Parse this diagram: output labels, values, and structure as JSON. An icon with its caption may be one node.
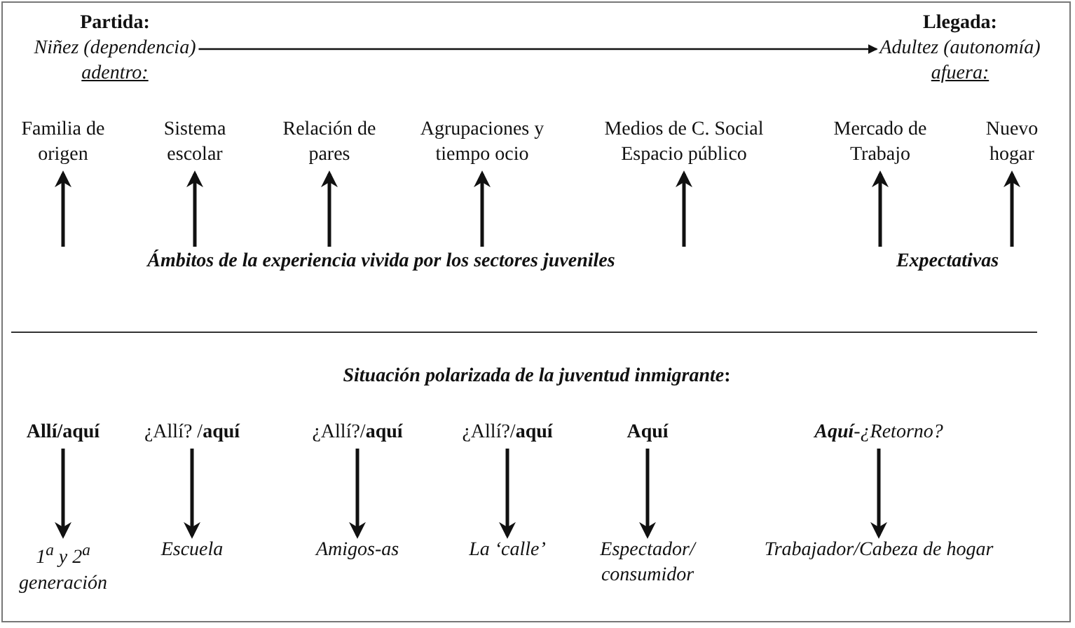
{
  "diagram": {
    "nodes": [
      {
        "text": [
          "Partida:",
          "Niñez (dependencia)",
          "adentro:"
        ]
      },
      {
        "text": [
          "Llegada:",
          "Adultez (autonomía)",
          "afuera:"
        ]
      },
      {
        "text": [
          "Familia de origen"
        ]
      },
      {
        "text": [
          "Sistema escolar"
        ]
      },
      {
        "text": [
          "Relación de pares"
        ]
      },
      {
        "text": [
          "Agrupaciones y tiempo ocio"
        ]
      },
      {
        "text": [
          "Medios de C. Social Espacio público"
        ]
      },
      {
        "text": [
          "Mercado de Trabajo"
        ]
      },
      {
        "text": [
          "Nuevo hogar"
        ]
      },
      {
        "text": [
          "Ámbitos de la experiencia vivida por los sectores juveniles"
        ]
      },
      {
        "text": [
          "Expectativas"
        ]
      },
      {
        "text": [
          "*Situación polarizada de la juventud inmigrante*:"
        ]
      },
      {
        "text": [
          "Allí/aquí"
        ]
      },
      {
        "text": [
          "¿Allí? /**aquí**"
        ]
      },
      {
        "text": [
          "¿Allí?/**aquí**"
        ]
      },
      {
        "text": [
          "¿Allí?/**aquí**"
        ]
      },
      {
        "text": [
          "Aquí"
        ]
      },
      {
        "text": [
          "**Aquí**-¿Retorno?"
        ]
      },
      {
        "text": [
          "1$^{a}$ y 2$^{a}$ generación"
        ]
      },
      {
        "text": [
          "Escuela"
        ]
      },
      {
        "text": [
          "Amigos-as"
        ]
      },
      {
        "text": [
          "La ‘calle’"
        ]
      },
      {
        "text": [
          "Espectador/ consumidor"
        ]
      },
      {
        "text": [
          "Trabajador/Cabeza de hogar"
        ]
      }
    ],
    "edges": [
      {
        "from": 0,
        "to": 1,
        "arrow": "to"
      },
      {
        "from": 9,
        "to": 2,
        "arrow": "to"
      },
      {
        "from": 9,
        "to": 3,
        "arrow": "to"
      },
      {
        "from": 9,
        "to": 4,
        "arrow": "to"
      },
      {
        "from": 9,
        "to": 5,
        "arrow": "to"
      },
      {
        "from": 9,
        "to": 6,
        "arrow": "to"
      },
      {
        "from": 10,
        "to": 7,
        "arrow": "to"
      },
      {
        "from": 10,
        "to": 8,
        "arrow": "to"
      },
      {
        "from": 12,
        "to": 18,
        "arrow": "to"
      },
      {
        "from": 13,
        "to": 19,
        "arrow": "to"
      },
      {
        "from": 14,
        "to": 20,
        "arrow": "to"
      },
      {
        "from": 15,
        "to": 21,
        "arrow": "to"
      },
      {
        "from": 16,
        "to": 22,
        "arrow": "to"
      },
      {
        "from": 17,
        "to": 23,
        "arrow": "to"
      }
    ]
  }
}
